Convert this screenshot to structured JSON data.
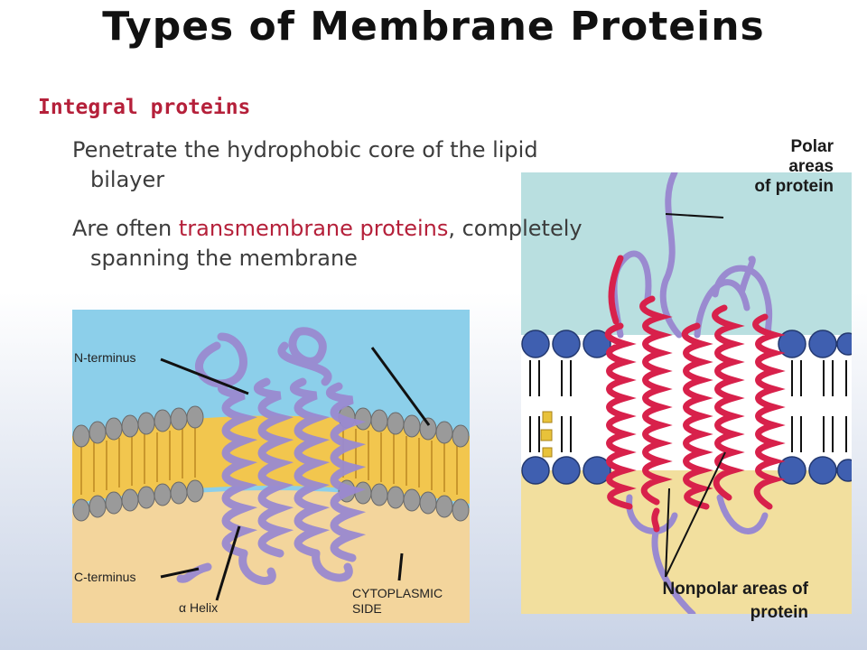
{
  "title": "Types of Membrane Proteins",
  "heading": "Integral proteins",
  "bullet1": {
    "line1": "Penetrate the hydrophobic core of the lipid",
    "line2": "bilayer"
  },
  "bullet2": {
    "prefix": "Are often ",
    "highlight": "transmembrane proteins",
    "suffix": ", completely",
    "line2": "spanning the membrane"
  },
  "left_figure": {
    "n_terminus": "N-terminus",
    "c_terminus": "C-terminus",
    "helix": "α Helix",
    "side_line1": "CYTOPLASMIC",
    "side_line2": "SIDE"
  },
  "right_figure": {
    "polar_line1": "Polar",
    "polar_line2": "areas",
    "polar_line3": "of protein",
    "nonpolar_line1": "Nonpolar areas of",
    "nonpolar_line2": "protein"
  },
  "colors": {
    "heading": "#b5203a",
    "protein_red": "#d8214b",
    "protein_purple": "#9a8ad0",
    "extracellular_blue": "#8ccfea",
    "cytoplasm_tan": "#f3d59c",
    "lipid_yellow": "#f2c64e"
  }
}
